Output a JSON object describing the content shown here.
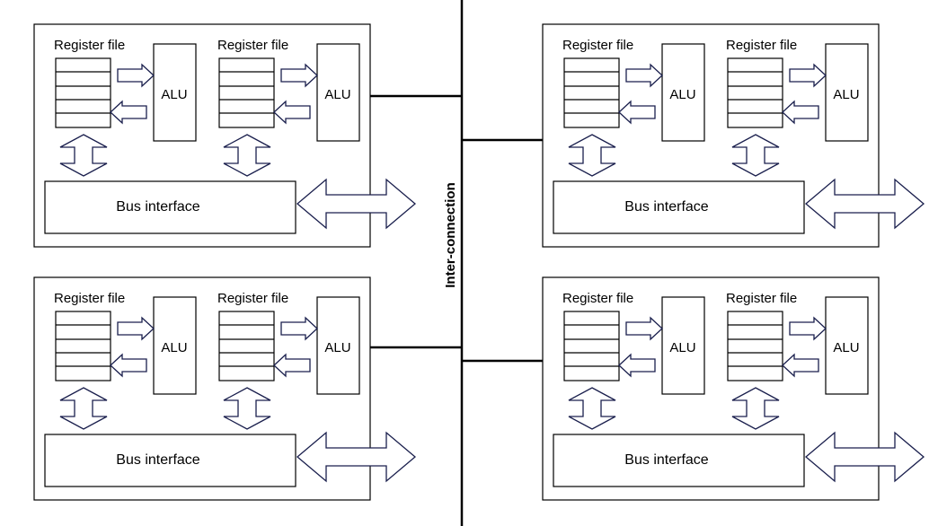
{
  "diagram": {
    "interconnect_label": "Inter-connection",
    "register_label": "Register file",
    "alu_label": "ALU",
    "bus_label": "Bus interface",
    "stroke_color": "#000000",
    "arrow_color": "#1a1f4d",
    "background": "#ffffff",
    "nodes": [
      {
        "id": "top-left"
      },
      {
        "id": "top-right"
      },
      {
        "id": "bottom-left"
      },
      {
        "id": "bottom-right"
      }
    ]
  }
}
